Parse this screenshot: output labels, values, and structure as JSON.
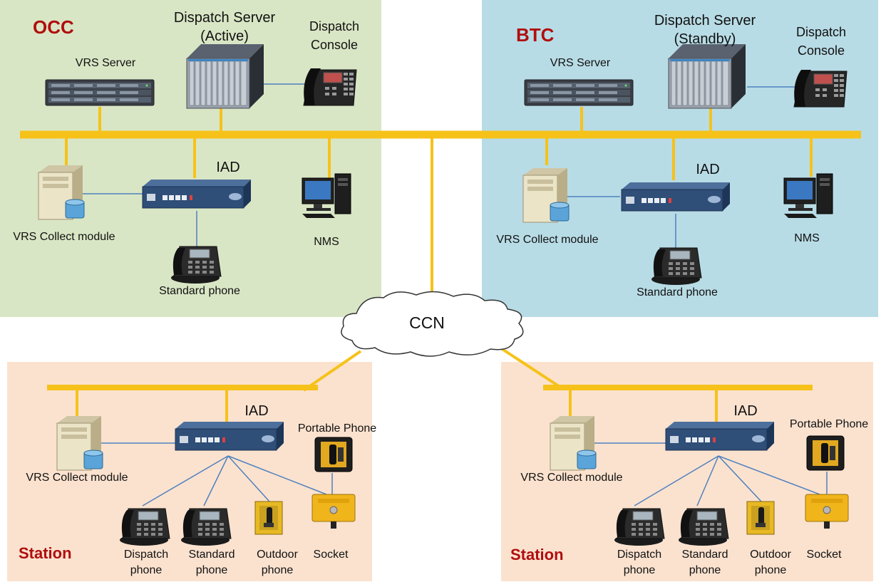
{
  "occ": {
    "title": "OCC",
    "dispatch_server": [
      "Dispatch Server",
      "(Active)"
    ],
    "dispatch_console": [
      "Dispatch",
      "Console"
    ],
    "vrs_server": "VRS Server",
    "iad": "IAD",
    "vrs_collect": "VRS Collect module",
    "nms": "NMS",
    "standard_phone": "Standard phone"
  },
  "btc": {
    "title": "BTC",
    "dispatch_server": [
      "Dispatch Server",
      "(Standby)"
    ],
    "dispatch_console": [
      "Dispatch",
      "Console"
    ],
    "vrs_server": "VRS Server",
    "iad": "IAD",
    "vrs_collect": "VRS Collect module",
    "nms": "NMS",
    "standard_phone": "Standard phone"
  },
  "ccn": "CCN",
  "stations": [
    {
      "title": "Station",
      "iad": "IAD",
      "vrs_collect": "VRS Collect module",
      "portable_phone": "Portable Phone",
      "dispatch_phone": [
        "Dispatch",
        "phone"
      ],
      "standard_phone": [
        "Standard",
        "phone"
      ],
      "outdoor_phone": [
        "Outdoor",
        "phone"
      ],
      "socket": "Socket"
    },
    {
      "title": "Station",
      "iad": "IAD",
      "vrs_collect": "VRS Collect module",
      "portable_phone": "Portable Phone",
      "dispatch_phone": [
        "Dispatch",
        "phone"
      ],
      "standard_phone": [
        "Standard",
        "phone"
      ],
      "outdoor_phone": [
        "Outdoor",
        "phone"
      ],
      "socket": "Socket"
    }
  ],
  "colors": {
    "occ_bg": "#d9e6c5",
    "btc_bg": "#b8dce6",
    "station_bg": "#fbe2cf",
    "bus": "#f6c21a",
    "link": "#4f81bd",
    "title_red": "#b00e0e"
  }
}
